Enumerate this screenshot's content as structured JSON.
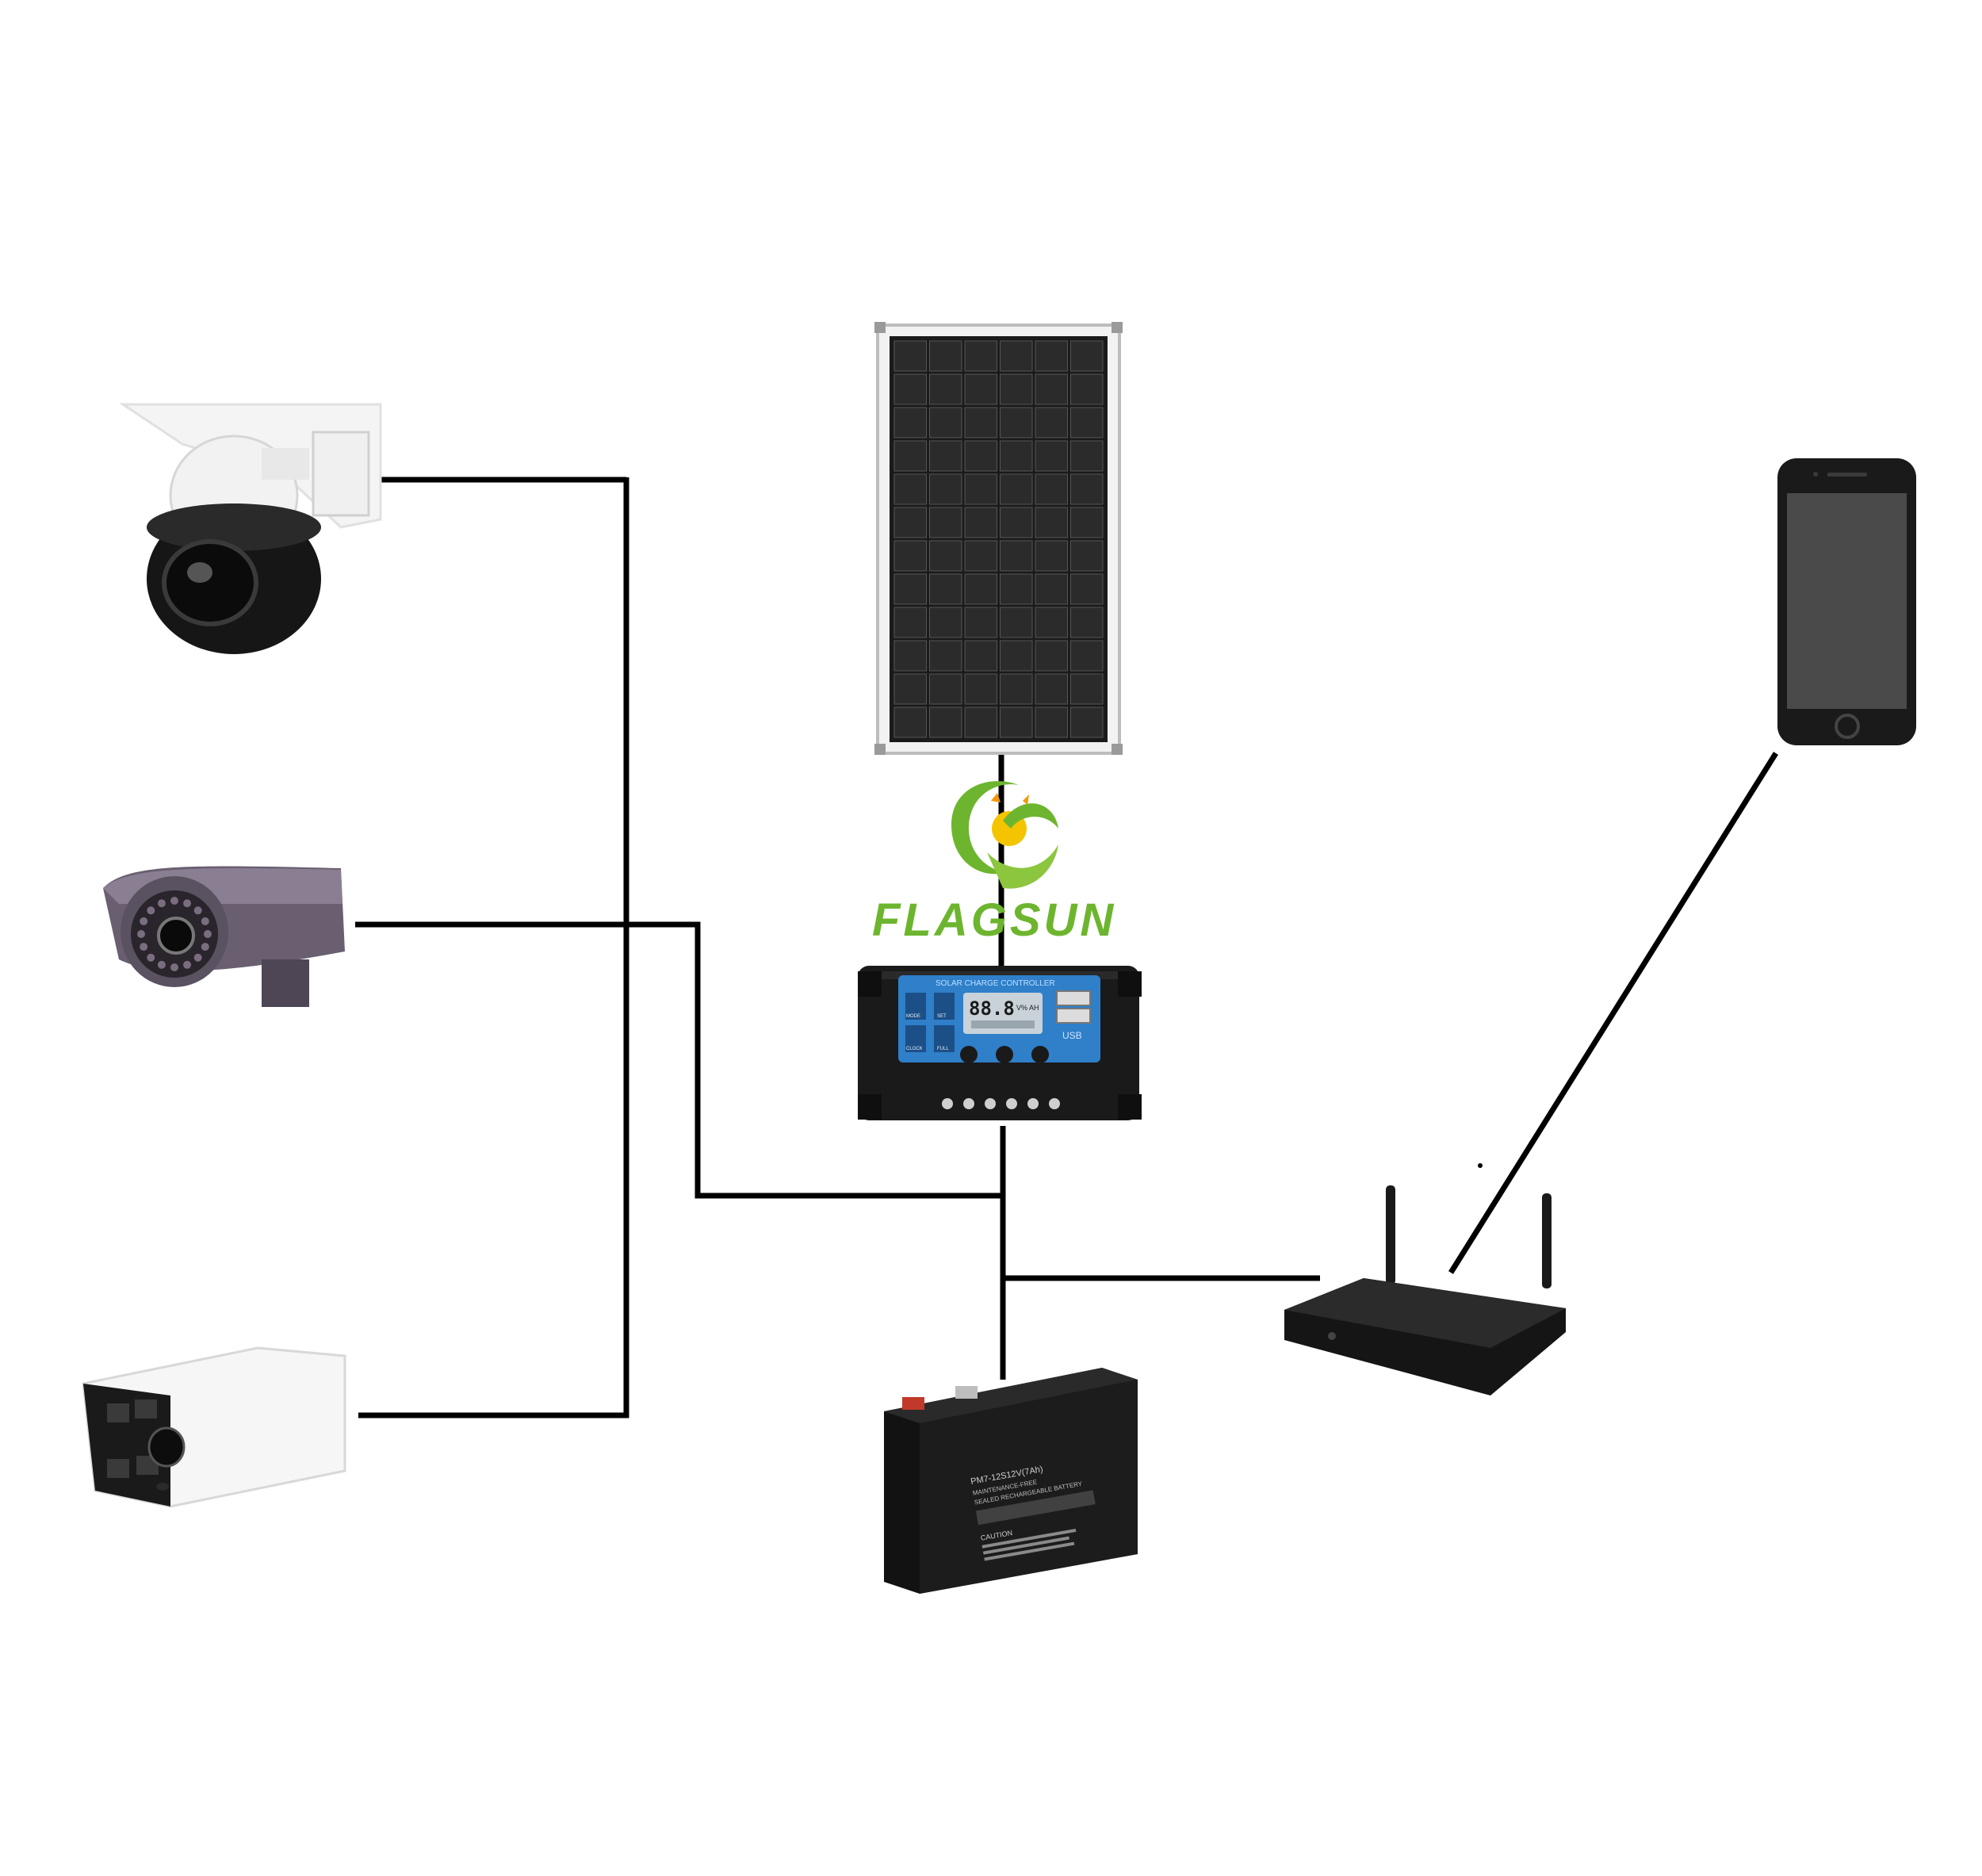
{
  "logo": {
    "text": "FLAGSUN",
    "colors": {
      "green": "#6db52e",
      "yellow": "#f5c400",
      "orange": "#f39800"
    }
  },
  "controller": {
    "header_text": "SOLAR CHARGE CONTROLLER",
    "lcd_reading": "88.8",
    "lcd_units": "V% AH",
    "usb_label": "USB",
    "left_buttons": [
      "MODE",
      "SET",
      "CLOCK",
      "FULL"
    ],
    "body_color": "#1a1a1a",
    "panel_color": "#2f7fc9"
  },
  "battery": {
    "model_label": "PM7-12S12V(7Ah)",
    "line_2": "MAINTENANCE-FREE",
    "line_3": "SEALED RECHARGEABLE BATTERY",
    "caution": "CAUTION",
    "body_color": "#1c1c1c"
  },
  "wire_color": "#000000"
}
